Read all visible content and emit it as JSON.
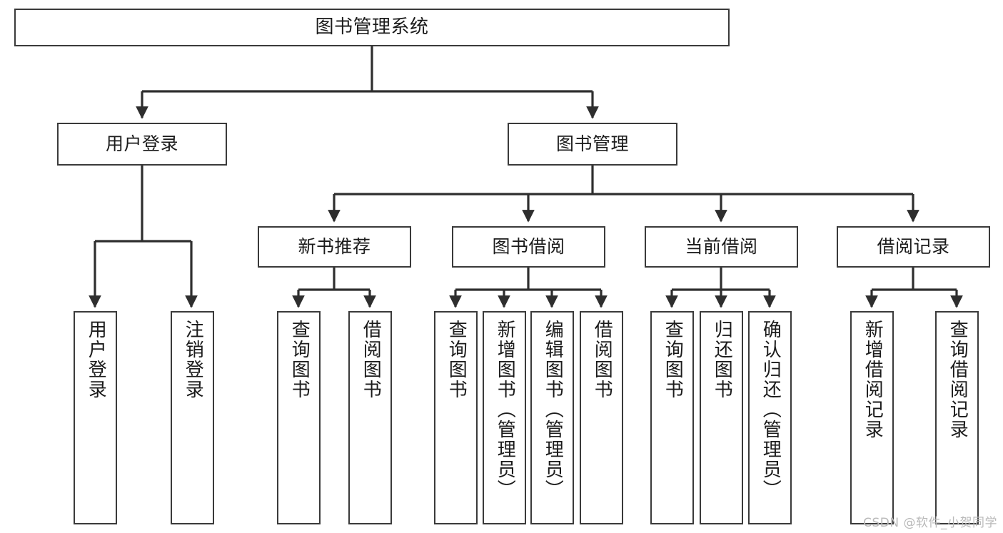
{
  "diagram": {
    "type": "tree-hierarchy",
    "title": "图书管理系统",
    "orientation": "top-down",
    "line_color": "#3a3a3a",
    "box_fill": "#ffffff",
    "text_color": "#1b1b1b"
  },
  "nodes": {
    "root": {
      "label": "图书管理系统"
    },
    "tier2": [
      {
        "label": "用户登录"
      },
      {
        "label": "图书管理"
      }
    ],
    "tier3": [
      {
        "label": "新书推荐"
      },
      {
        "label": "图书借阅"
      },
      {
        "label": "当前借阅"
      },
      {
        "label": "借阅记录"
      }
    ],
    "leaves": {
      "user_login": [
        {
          "label": "用户登录"
        },
        {
          "label": "注销登录"
        }
      ],
      "new_book": [
        {
          "label": "查询图书"
        },
        {
          "label": "借阅图书"
        }
      ],
      "book_borrow": [
        {
          "label": "查询图书"
        },
        {
          "label": "新增图书（管理员）"
        },
        {
          "label": "编辑图书（管理员）"
        },
        {
          "label": "借阅图书"
        }
      ],
      "current_borrow": [
        {
          "label": "查询图书"
        },
        {
          "label": "归还图书"
        },
        {
          "label": "确认归还（管理员）"
        }
      ],
      "borrow_record": [
        {
          "label": "新增借阅记录"
        },
        {
          "label": "查询借阅记录"
        }
      ]
    }
  },
  "watermark": {
    "text": "CSDN @软件_小贺同学"
  }
}
